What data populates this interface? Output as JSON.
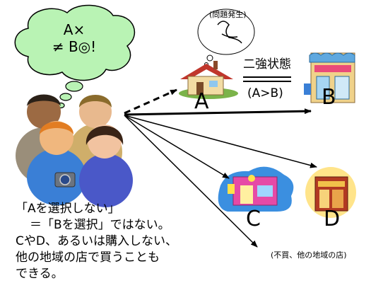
{
  "thought": {
    "line1": "A×",
    "line2": "≠ B◎!"
  },
  "problem_label": "(問題発生)",
  "two_strong_label": "二強状態",
  "comparison_label": "(A>B)",
  "stores": {
    "a": "A",
    "b": "B",
    "c": "C",
    "d": "D"
  },
  "other_label": "(不買、他の地域の店)",
  "caption": {
    "line1": "「Aを選択しない」",
    "line2": "＝「Bを選択」ではない。",
    "line3": "CやD、あるいは購入しない、",
    "line4": "他の地域の店で買うことも",
    "line5": "できる。"
  }
}
